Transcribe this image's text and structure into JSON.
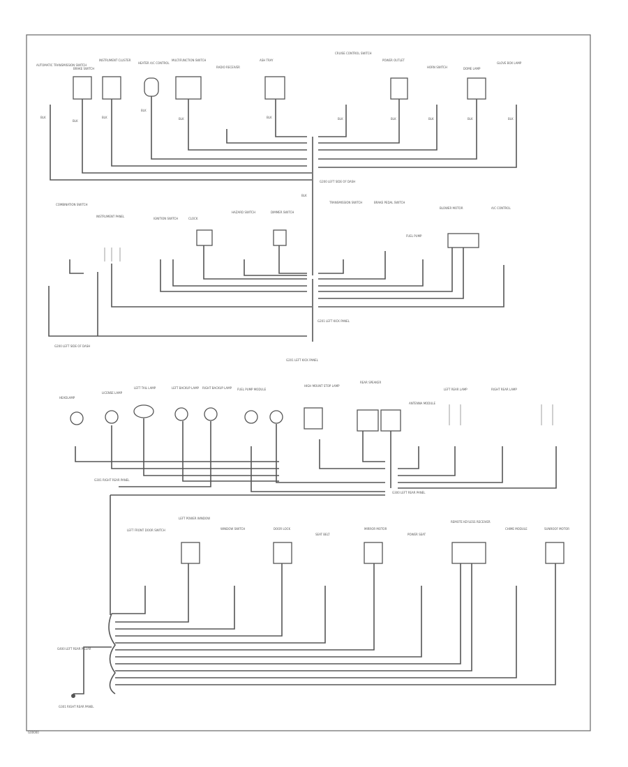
{
  "diagram": {
    "code": "G00000",
    "components_row1": [
      "AUTOMATIC TRANSMISSION SWITCH",
      "BRAKE SWITCH",
      "INSTRUMENT CLUSTER",
      "HEATER A/C CONTROL",
      "MULTIFUNCTION SWITCH",
      "RADIO RECEIVER",
      "ASH TRAY",
      "CRUISE CONTROL SWITCH",
      "POWER OUTLET",
      "HORN SWITCH",
      "DOME LAMP",
      "GLOVE BOX LAMP"
    ],
    "components_row2": [
      "COMBINATION SWITCH",
      "INSTRUMENT PANEL",
      "IGNITION SWITCH",
      "CLOCK",
      "HAZARD SWITCH",
      "DIMMER SWITCH",
      "TRANSMISSION SWITCH",
      "BRAKE PEDAL SWITCH",
      "FUEL PUMP",
      "BLOWER MOTOR",
      "A/C CONTROL"
    ],
    "components_row3": [
      "HEADLAMP",
      "LICENSE LAMP",
      "LEFT TAIL LAMP",
      "LEFT BACKUP LAMP",
      "RIGHT BACKUP LAMP",
      "FUEL PUMP MODULE",
      "HIGH MOUNT STOP LAMP",
      "REAR SPEAKER",
      "ANTENNA MODULE",
      "LEFT REAR LAMP",
      "RIGHT REAR LAMP"
    ],
    "components_row4": [
      "LEFT FRONT DOOR SWITCH",
      "LEFT POWER WINDOW",
      "WINDOW SWITCH",
      "DOOR LOCK",
      "SEAT BELT",
      "MIRROR MOTOR",
      "POWER SEAT",
      "REMOTE KEYLESS RECEIVER",
      "CHIME MODULE",
      "SUNROOF MOTOR"
    ],
    "ground_labels": [
      "G200 LEFT SIDE OF DASH",
      "G201 LEFT KICK PANEL",
      "G300 LEFT REAR PANEL",
      "G301 RIGHT REAR PANEL",
      "G400 LEFT REAR PILLAR"
    ],
    "wire_color": "BLK",
    "colors": {
      "line": "#555555",
      "background": "#ffffff"
    }
  }
}
